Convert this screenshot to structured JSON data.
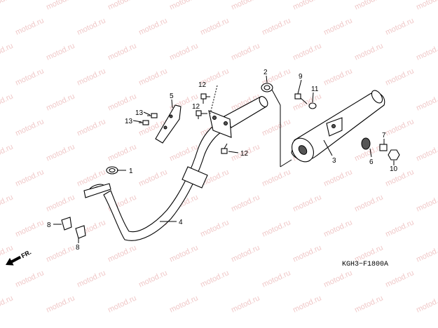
{
  "watermark": {
    "text": "motod.ru"
  },
  "diagram_code": "KGH3−F1800A",
  "front_arrow": {
    "label": "FR."
  },
  "callouts": {
    "c1": "1",
    "c2": "2",
    "c3": "3",
    "c4": "4",
    "c5": "5",
    "c6": "6",
    "c7": "7",
    "c8a": "8",
    "c8b": "8",
    "c9": "9",
    "c10": "10",
    "c11": "11",
    "c12a": "12",
    "c12b": "12",
    "c12c": "12",
    "c13a": "13",
    "c13b": "13"
  }
}
